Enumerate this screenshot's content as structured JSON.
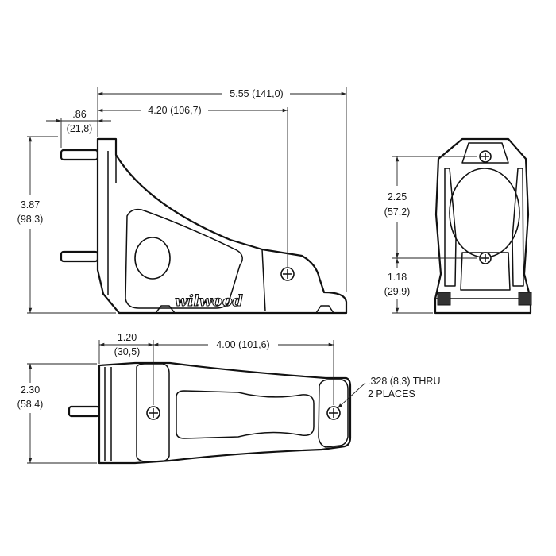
{
  "dimensions": {
    "overall_length": "5.55 (141,0)",
    "hole_offset": "4.20 (106,7)",
    "stud_offset_in": ".86",
    "stud_offset_mm": "(21,8)",
    "height_in": "3.87",
    "height_mm": "(98,3)",
    "side_upper_in": "2.25",
    "side_upper_mm": "(57,2)",
    "side_lower_in": "1.18",
    "side_lower_mm": "(29,9)",
    "plan_offset_in": "1.20",
    "plan_offset_mm": "(30,5)",
    "hole_spacing": "4.00 (101,6)",
    "width_in": "2.30",
    "width_mm": "(58,4)"
  },
  "callout": {
    "line1": ".328 (8,3) THRU",
    "line2": "2 PLACES"
  },
  "logo": "wilwood"
}
